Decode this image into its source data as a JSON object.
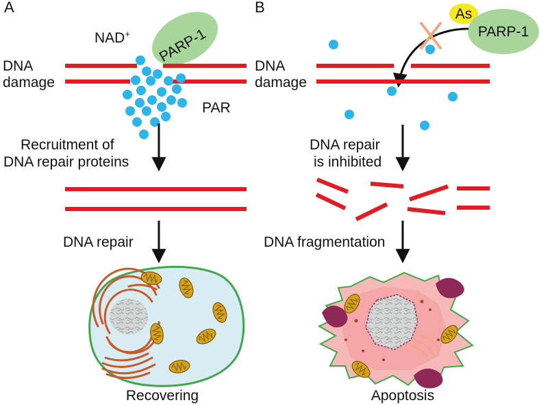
{
  "panel_a": {
    "panel_letter": "A",
    "nad_label": "NAD",
    "nad_superscript": "+",
    "parp1_label": "PARP-1",
    "dna_label_line1": "DNA",
    "dna_label_line2": "damage",
    "par_label": "PAR",
    "step1_line1": "Recruitment of",
    "step1_line2": "DNA repair proteins",
    "step2": "DNA repair",
    "outcome": "Recovering"
  },
  "panel_b": {
    "panel_letter": "B",
    "as_label": "As",
    "parp1_label": "PARP-1",
    "dna_label_line1": "DNA",
    "dna_label_line2": "damage",
    "step1_line1": "DNA repair",
    "step1_line2": "is inhibited",
    "step2": "DNA fragmentation",
    "outcome": "Apoptosis"
  },
  "colors": {
    "dna_strand": "#e31b23",
    "par_dot": "#2cb5e8",
    "parp1_fill": "#a8d59a",
    "as_fill": "#f5e81c",
    "inhibit_cross": "#f2a77e",
    "arrow": "#111111",
    "healthy_cell_fill": "#d9ecf3",
    "healthy_cell_border": "#3ea84a",
    "apoptotic_cell_fill": "#f7b8b8",
    "mitochondria": "#d6a21a",
    "golgi": "#c85a2a",
    "apoptotic_body": "#8e2856"
  },
  "icons": [
    "par-dot-icon",
    "parp1-enzyme-icon",
    "arsenic-icon",
    "inhibition-cross-icon",
    "mitochondrion-icon",
    "nucleus-icon",
    "golgi-icon",
    "apoptotic-body-icon"
  ]
}
